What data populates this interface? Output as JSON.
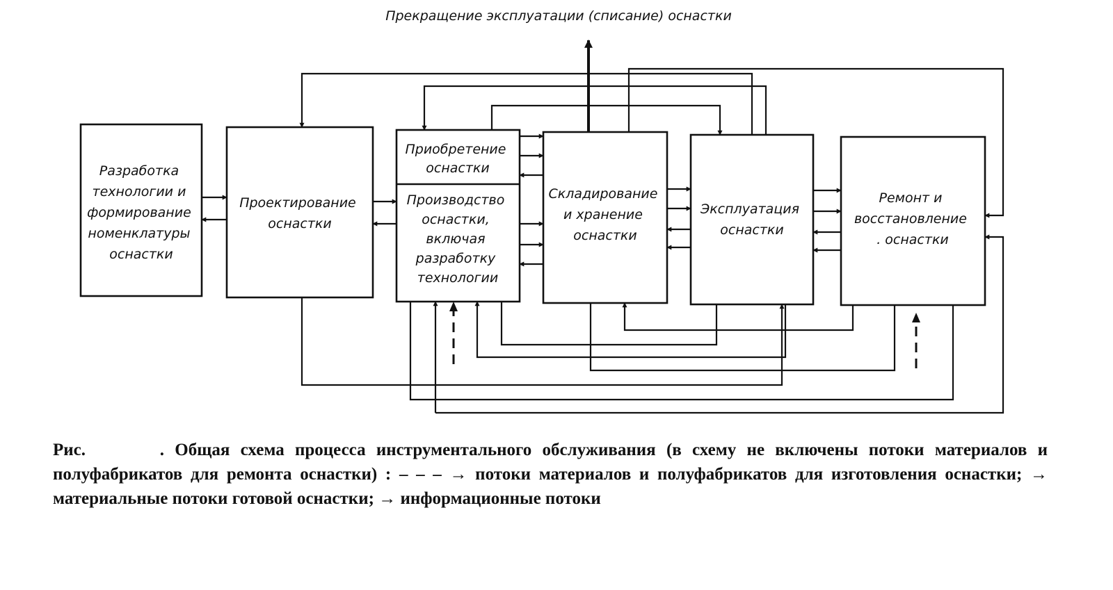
{
  "diagram": {
    "top_label": "Прекращение эксплуатации (списание) оснастки",
    "blocks": {
      "development": [
        "Разработка",
        "технологии и",
        "формирование",
        "номенклатуры",
        "оснастки"
      ],
      "design": [
        "Проектирование",
        "оснастки"
      ],
      "acquisition": [
        "Приобретение",
        "оснастки"
      ],
      "production": [
        "Производство",
        "оснастки,",
        "включая",
        "разработку",
        "технологии"
      ],
      "storage": [
        "Складирование",
        "и хранение",
        "оснастки"
      ],
      "operation": [
        "Эксплуатация",
        "оснастки"
      ],
      "repair": [
        "Ремонт и",
        "восстановление",
        ". оснастки"
      ]
    }
  },
  "caption": {
    "prefix": "Рис.",
    "text": ". Общая схема процесса инструментального обслуживания (в схему не включены потоки материалов и полуфабрикатов для ремонта оснастки) :",
    "legend_dashed": "потоки материалов и полуфабрикатов для изготовления оснастки;",
    "legend_material": "материальные потоки готовой оснастки;",
    "legend_info": "информационные потоки"
  }
}
